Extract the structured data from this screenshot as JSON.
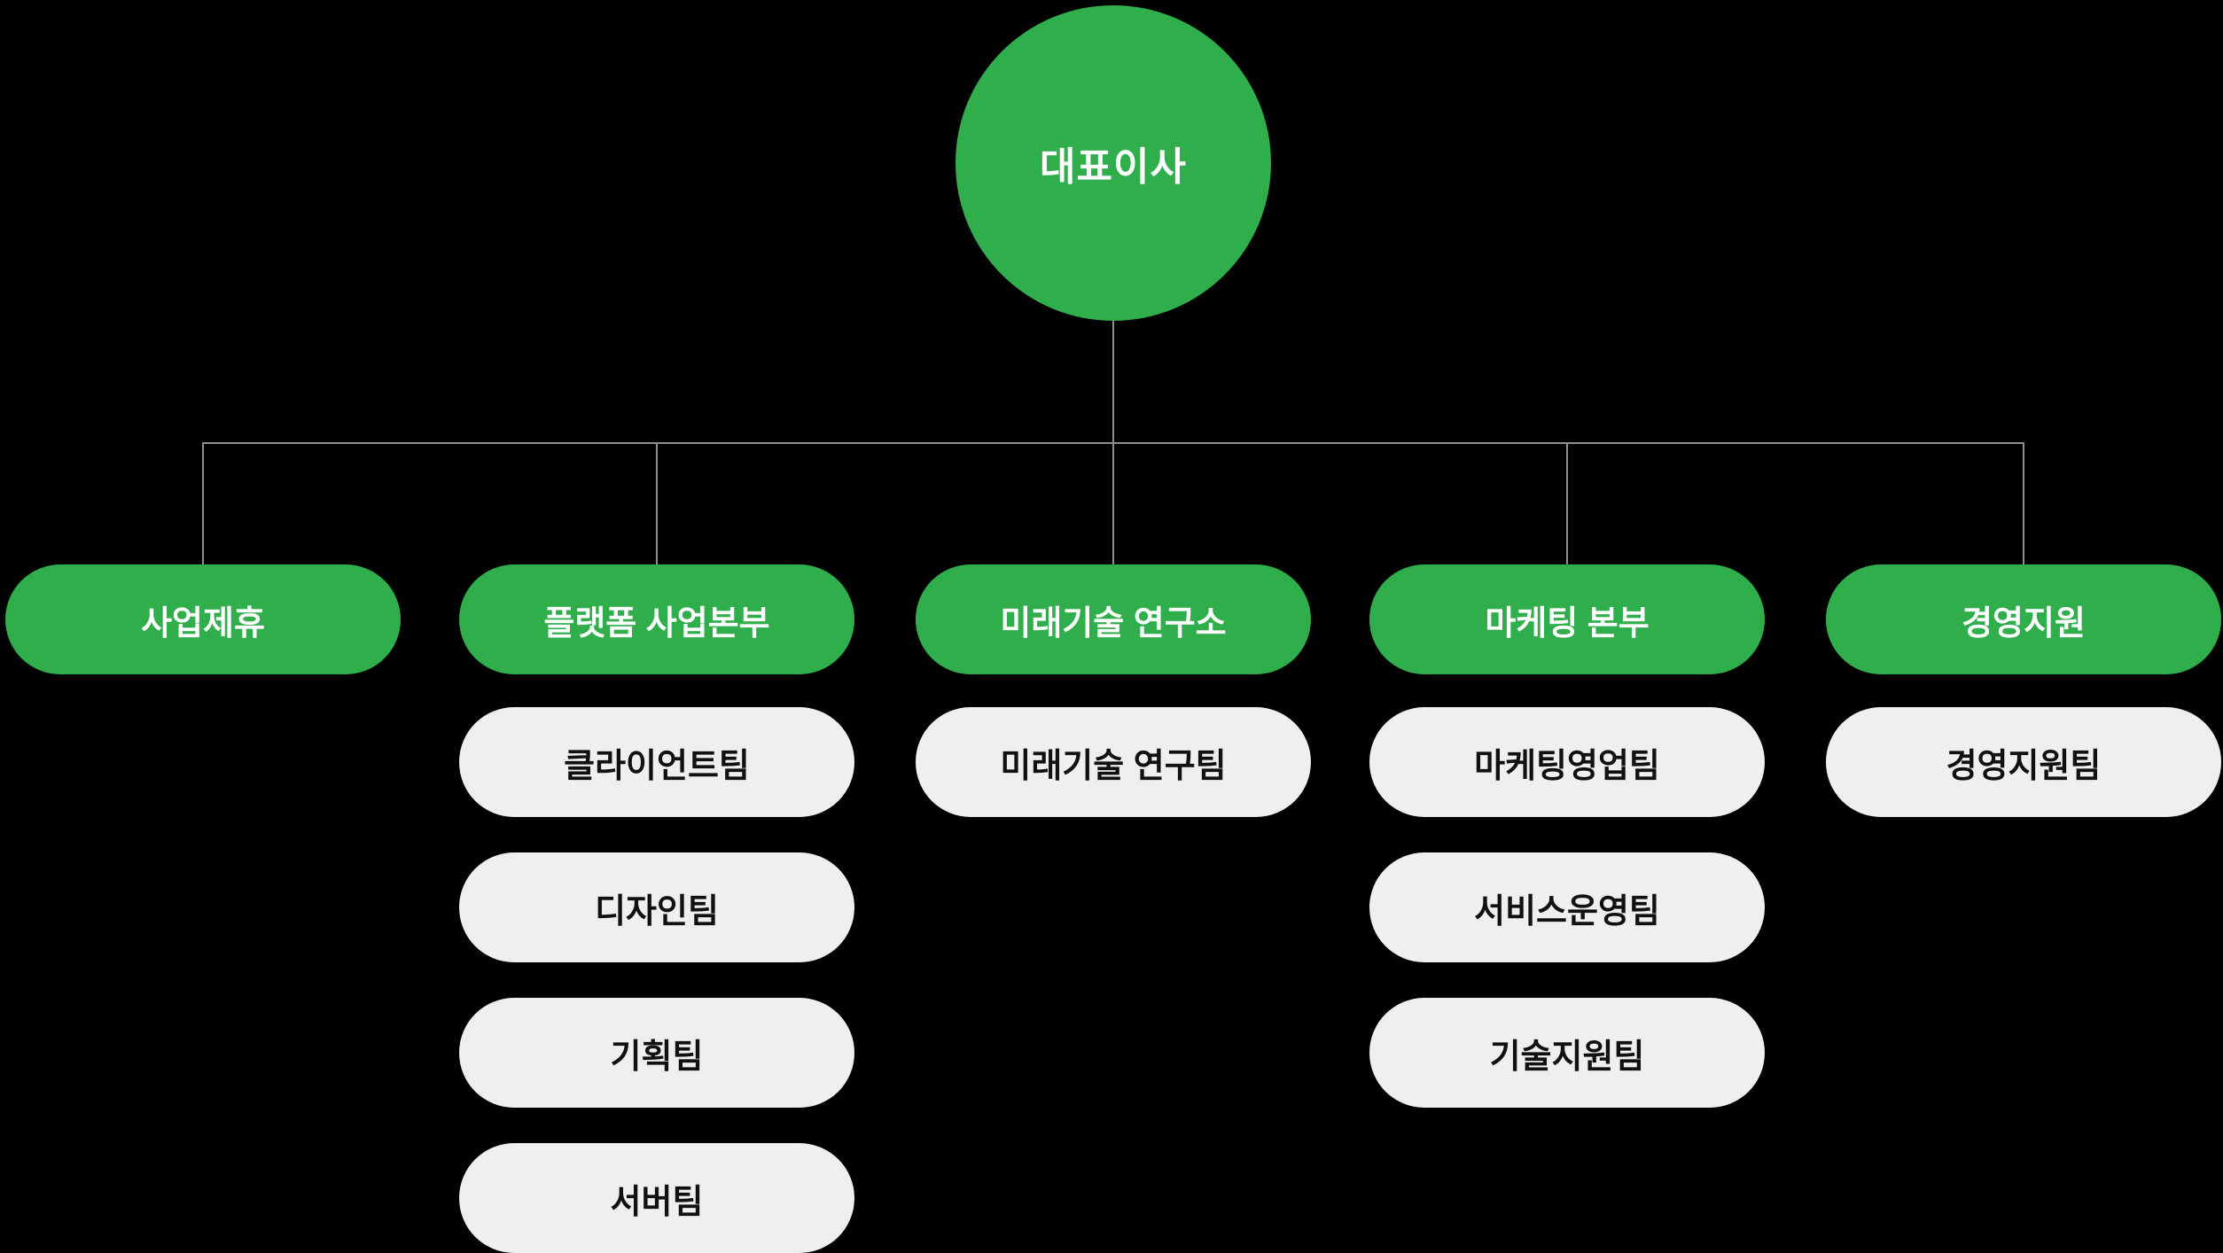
{
  "root": {
    "label": "대표이사"
  },
  "departments": [
    {
      "label": "사업제휴",
      "teams": []
    },
    {
      "label": "플랫폼 사업본부",
      "teams": [
        "클라이언트팀",
        "디자인팀",
        "기획팀",
        "서버팀"
      ]
    },
    {
      "label": "미래기술 연구소",
      "teams": [
        "미래기술 연구팀"
      ]
    },
    {
      "label": "마케팅 본부",
      "teams": [
        "마케팅영업팀",
        "서비스운영팀",
        "기술지원팀"
      ]
    },
    {
      "label": "경영지원",
      "teams": [
        "경영지원팀"
      ]
    }
  ],
  "colors": {
    "background": "#000000",
    "node_green": "#2fae4b",
    "node_green_text": "#ffffff",
    "team_bg": "#efefef",
    "team_text": "#111111",
    "line": "#8f8f8f"
  }
}
